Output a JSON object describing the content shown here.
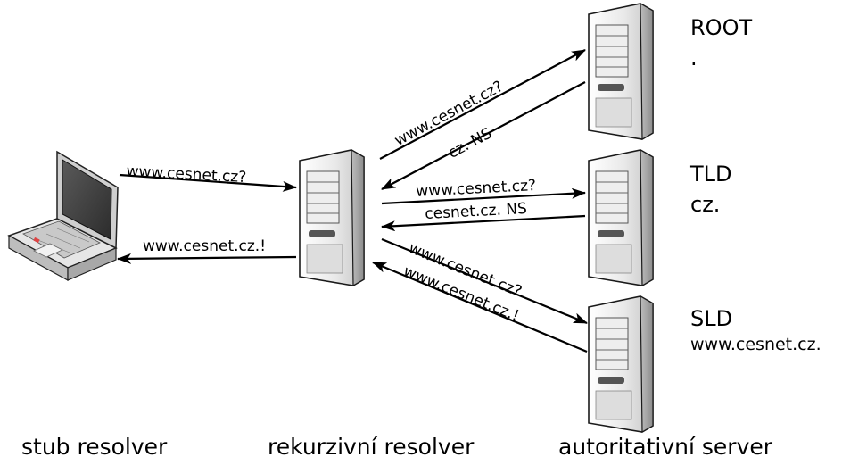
{
  "nodes": {
    "root": {
      "name": "ROOT",
      "zone": "."
    },
    "tld": {
      "name": "TLD",
      "zone": "cz."
    },
    "sld": {
      "name": "SLD",
      "zone": "www.cesnet.cz."
    }
  },
  "messages": {
    "stub_query": "www.cesnet.cz?",
    "stub_answer": "www.cesnet.cz.!",
    "root_query": "www.cesnet.cz?",
    "root_referral": "cz. NS",
    "tld_query": "www.cesnet.cz?",
    "tld_referral": "cesnet.cz. NS",
    "sld_query": "www.cesnet.cz?",
    "sld_answer": "www.cesnet.cz.!"
  },
  "captions": {
    "stub": "stub resolver",
    "recursive": "rekurzivní resolver",
    "authoritative": "autoritativní server"
  },
  "icons": [
    "laptop-icon",
    "server-icon"
  ]
}
